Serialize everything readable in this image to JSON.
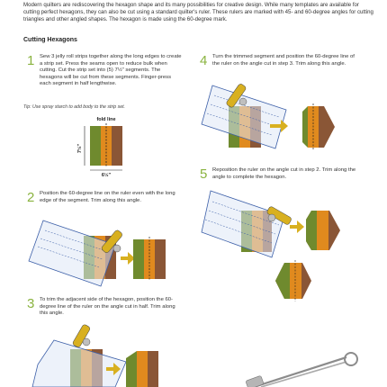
{
  "intro": "Modern quilters are rediscovering the hexagon shape and its many possibilities for creative design. While many templates are available for cutting perfect hexagons, they can also be cut using a standard quilter's ruler. These rulers are marked with 45- and 60-degree angles for cutting triangles and other angled shapes. The hexagon is made using the 60-degree mark.",
  "heading": "Cutting Hexagons",
  "steps": [
    {
      "num": "1",
      "text": "Sew 3 jelly roll strips together along the long edges to create a strip set. Press the seams open to reduce bulk when cutting. Cut the strip set into (5) 7½\" segments. The hexagons will be cut from these segments. Finger-press each segment in half lengthwise."
    },
    {
      "num": "2",
      "text": "Position the 60-degree line on the ruler even with the long edge of the segment. Trim along this angle."
    },
    {
      "num": "3",
      "text": "To trim the adjacent side of the hexagon, position the 60-degree line of the ruler on the angle cut in half. Trim along this angle."
    },
    {
      "num": "4",
      "text": "Turn the trimmed segment and position the 60-degree line of the ruler on the angle cut in step 3. Trim along this angle."
    },
    {
      "num": "5",
      "text": "Reposition the ruler on the angle cut in step 2. Trim along the angle to complete the hexagon."
    }
  ],
  "tip": "Tip: Use spray starch to add body to the strip set.",
  "figure1": {
    "fold_label": "fold line",
    "height_label": "7½\"",
    "width_label": "6½\""
  },
  "colors": {
    "green": "#6f8a2e",
    "orange": "#e08a1e",
    "brown": "#8a5636",
    "ruler": "#3c5fa8",
    "cutter": "#d8b020",
    "accent": "#8ab33f"
  }
}
